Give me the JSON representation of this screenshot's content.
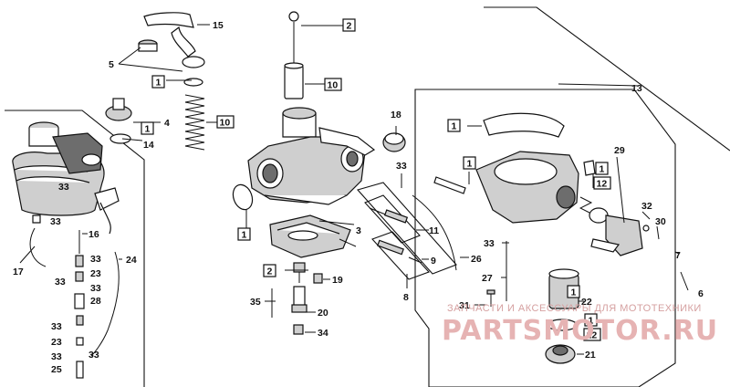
{
  "callouts": {
    "n1": "1",
    "n2": "2",
    "n3": "3",
    "n4": "4",
    "n5": "5",
    "n6": "6",
    "n7": "7",
    "n8": "8",
    "n9": "9",
    "n10": "10",
    "n11": "11",
    "n12": "12",
    "n13": "13",
    "n14": "14",
    "n15": "15",
    "n16": "16",
    "n17": "17",
    "n18": "18",
    "n19": "19",
    "n20": "20",
    "n21": "21",
    "n22": "22",
    "n23": "23",
    "n24": "24",
    "n25": "25",
    "n26": "26",
    "n27": "27",
    "n28": "28",
    "n29": "29",
    "n30": "30",
    "n31": "31",
    "n32": "32",
    "n33": "33",
    "n34": "34",
    "n35": "35"
  },
  "watermark": {
    "top_text": "ЗАПЧАСТИ И АКСЕССУАРЫ ДЛЯ МОТОТЕХНИКИ",
    "logo_text": "PARTSMOTOR.RU"
  }
}
